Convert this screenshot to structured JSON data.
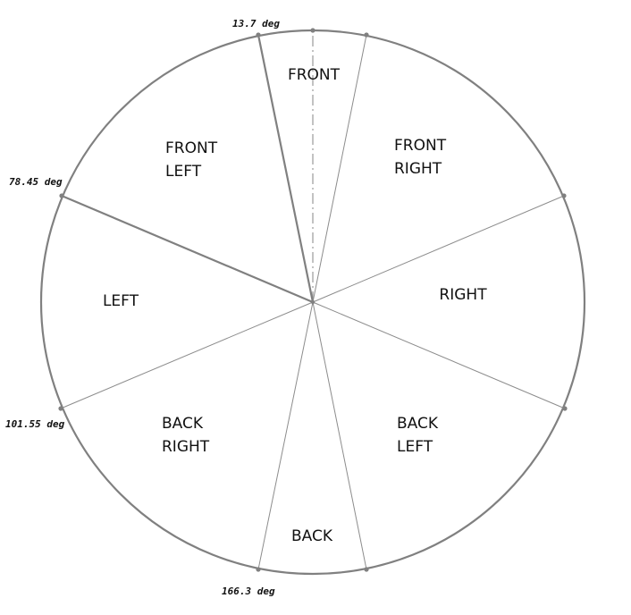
{
  "diagram": {
    "colors": {
      "line": "#808080",
      "line_light": "#8c8c8c",
      "text": "#111111",
      "background": "#ffffff"
    },
    "sectors": [
      {
        "id": "front",
        "lines": [
          "FRONT"
        ]
      },
      {
        "id": "front-right",
        "lines": [
          "FRONT",
          "RIGHT"
        ]
      },
      {
        "id": "right",
        "lines": [
          "RIGHT"
        ]
      },
      {
        "id": "back-left",
        "lines": [
          "BACK",
          "LEFT"
        ]
      },
      {
        "id": "back",
        "lines": [
          "BACK"
        ]
      },
      {
        "id": "back-right",
        "lines": [
          "BACK",
          "RIGHT"
        ]
      },
      {
        "id": "left",
        "lines": [
          "LEFT"
        ]
      },
      {
        "id": "front-left",
        "lines": [
          "FRONT",
          "LEFT"
        ]
      }
    ],
    "angle_labels": [
      {
        "id": "13-7",
        "text": "13.7 deg"
      },
      {
        "id": "78-45",
        "text": "78.45 deg"
      },
      {
        "id": "101-55",
        "text": "101.55 deg"
      },
      {
        "id": "166-3",
        "text": "166.3 deg"
      }
    ]
  }
}
